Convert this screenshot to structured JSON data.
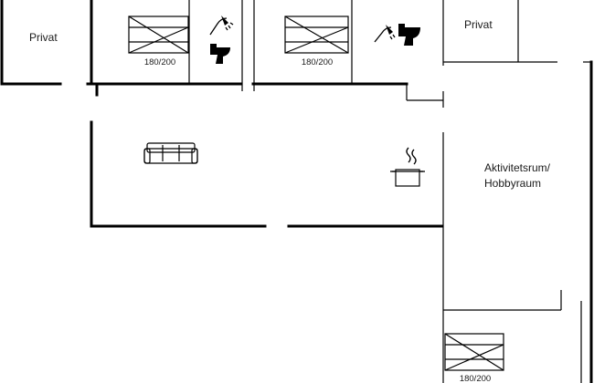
{
  "plan": {
    "rooms": {
      "privat_left": "Privat",
      "privat_right": "Privat",
      "activity_line1": "Aktivitetsrum/",
      "activity_line2": "Hobbyraum"
    },
    "beds": {
      "bed_top_left": "180/200",
      "bed_top_mid": "180/200",
      "bed_bottom_right": "180/200"
    },
    "icons": {
      "shower_1": "shower-icon",
      "toilet_1": "toilet-icon",
      "shower_2": "shower-icon",
      "toilet_2": "toilet-icon",
      "sofa": "sofa-icon",
      "cooking_pot": "cooking-pot-icon"
    }
  }
}
